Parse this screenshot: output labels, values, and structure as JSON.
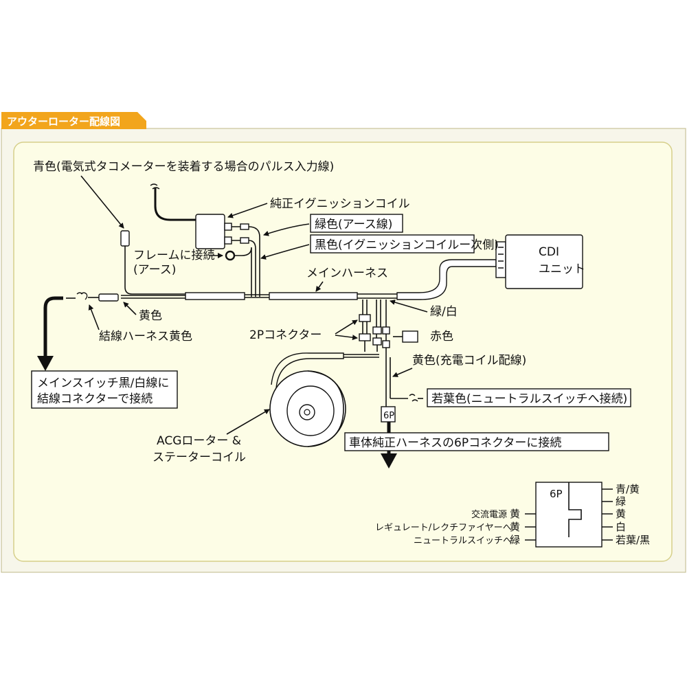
{
  "title": "アウターローター配線図",
  "labels": {
    "blue_wire": "青色(電気式タコメーターを装着する場合のパルス入力線)",
    "ignition_coil": "純正イグニッションコイル",
    "green_wire": "緑色(アース線)",
    "black_wire": "黒色(イグニッションコイルー次側)",
    "frame_ground_1": "フレームに接続",
    "frame_ground_2": "(アース)",
    "main_harness": "メインハーネス",
    "cdi_1": "CDI",
    "cdi_2": "ユニット",
    "yellow": "黄色",
    "harness_yellow": "結線ハーネス黄色",
    "green_white": "緑/白",
    "connector_2p": "2Pコネクター",
    "red": "赤色",
    "charge_coil": "黄色(充電コイル配線)",
    "main_switch_1": "メインスイッチ黒/白線に",
    "main_switch_2": "結線コネクターで接続",
    "neutral": "若葉色(ニュートラルスイッチへ接続)",
    "connector_6p_tag": "6P",
    "body_harness": "車体純正ハーネスの6Pコネクターに接続",
    "acg_1": "ACGローター &",
    "acg_2": "ステーターコイル"
  },
  "pinout": {
    "title": "6P",
    "left": [
      {
        "desc": "交流電源",
        "color": "黄"
      },
      {
        "desc": "レギュレート/レクチファイヤーへ",
        "color": "黄"
      },
      {
        "desc": "ニュートラルスイッチへ",
        "color": "緑"
      }
    ],
    "right": [
      "青/黄",
      "緑",
      "黄",
      "白",
      "若葉/黒"
    ]
  },
  "colors": {
    "title_bg": "#f2a51c",
    "panel_bg": "#fdfde6",
    "panel_border": "#d6cf8a"
  }
}
